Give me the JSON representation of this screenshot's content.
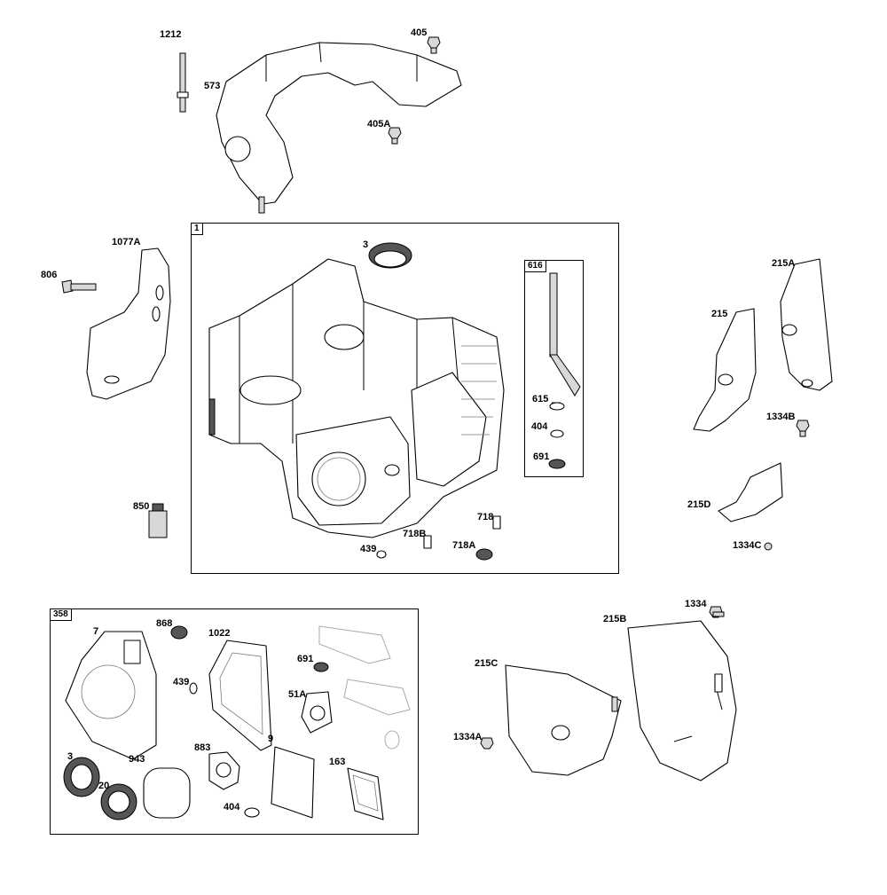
{
  "boxes": {
    "main": "1",
    "dipstick": "616",
    "gasket_kit": "358"
  },
  "labels": {
    "l1212": "1212",
    "l405": "405",
    "l573": "573",
    "l405a": "405A",
    "l1077a": "1077A",
    "l806": "806",
    "l3_top": "3",
    "l615": "615",
    "l404_top": "404",
    "l691_top": "691",
    "l850": "850",
    "l718": "718",
    "l718b": "718B",
    "l718a": "718A",
    "l439_top": "439",
    "l215a": "215A",
    "l215": "215",
    "l1334b": "1334B",
    "l215d": "215D",
    "l1334c": "1334C",
    "l1334": "1334",
    "l215b": "215B",
    "l215c": "215C",
    "l1334a": "1334A",
    "l7": "7",
    "l868": "868",
    "l1022": "1022",
    "l439_kit": "439",
    "l691_kit": "691",
    "l51a": "51A",
    "l3_kit": "3",
    "l943": "943",
    "l883": "883",
    "l9": "9",
    "l163": "163",
    "l20": "20",
    "l404_kit": "404"
  }
}
